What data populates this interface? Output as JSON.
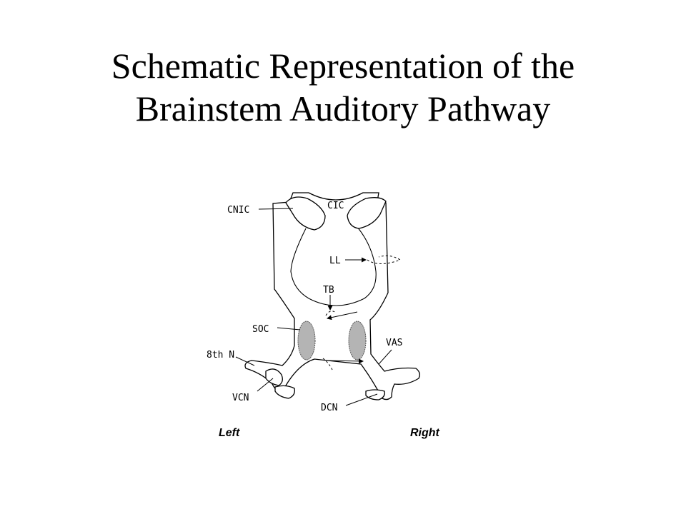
{
  "title": {
    "line1": "Schematic Representation of the",
    "line2": "Brainstem Auditory Pathway"
  },
  "labels": {
    "cnic": "CNIC",
    "cic": "CIC",
    "ll": "LL",
    "tb": "TB",
    "soc": "SOC",
    "vas": "VAS",
    "eighth_n": "8th N",
    "vcn": "VCN",
    "dcn": "DCN"
  },
  "sides": {
    "left": "Left",
    "right": "Right"
  },
  "colors": {
    "soc_fill": "#b4b4b4",
    "line": "#000000"
  }
}
